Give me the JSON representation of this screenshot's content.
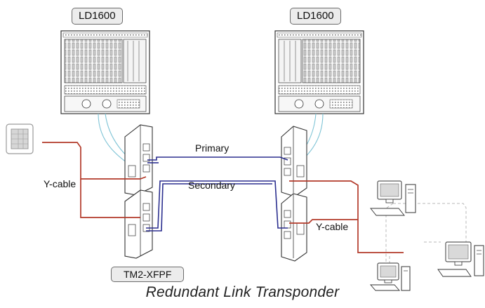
{
  "chassis": [
    {
      "label": "LD1600"
    },
    {
      "label": "LD1600"
    }
  ],
  "links": {
    "primary": "Primary",
    "secondary": "Secondary"
  },
  "y_cables": [
    "Y-cable",
    "Y-cable"
  ],
  "module_label": "TM2-XFPF",
  "caption": "Redundant Link Transponder",
  "colors": {
    "primary_link": "#2b2f8f",
    "secondary_link": "#2b2f8f",
    "client_cable": "#b33a2a",
    "fiber": "#7fc4d6",
    "lan": "#b9b9b9"
  }
}
